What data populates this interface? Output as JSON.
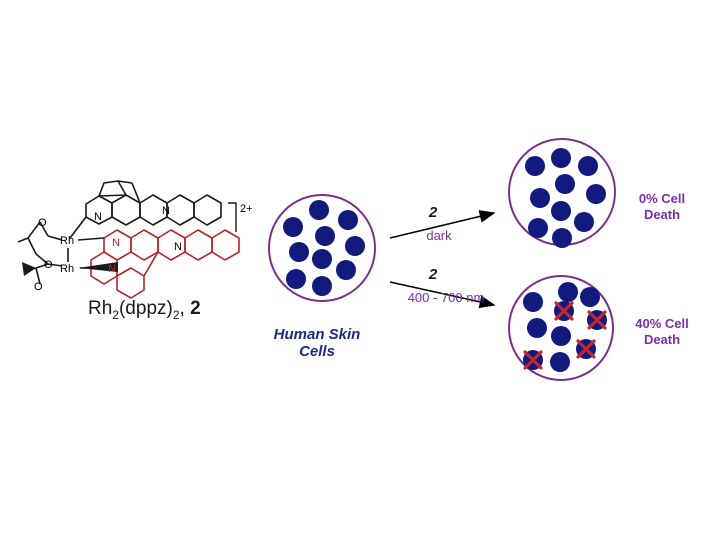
{
  "compound": {
    "name_prefix": "Rh",
    "name_sub": "2",
    "name_mid": "(dppz)",
    "name_sub2": "2",
    "name_sep": ", ",
    "name_num": "2",
    "charge": "2+",
    "atom_rh": "Rh",
    "atom_o": "O",
    "atom_n": "N"
  },
  "initial": {
    "label_line1": "Human Skin",
    "label_line2": "Cells",
    "cell_count": 10
  },
  "arrow_top": {
    "compound": "2",
    "condition": "dark"
  },
  "arrow_bottom": {
    "compound": "2",
    "condition": "400 - 700 nm"
  },
  "result_top": {
    "line1": "0% Cell",
    "line2": "Death",
    "cell_count": 10,
    "dead_count": 0
  },
  "result_bottom": {
    "line1": "40% Cell",
    "line2": "Death",
    "cell_count": 10,
    "dead_count": 4
  },
  "colors": {
    "cell": "#121a7e",
    "circle_border": "#7a2f8c",
    "death_text": "#7a2fa8",
    "dead_mark": "#c0262d",
    "ligand_red": "#b8232a",
    "skin_label": "#1a2a8c"
  }
}
